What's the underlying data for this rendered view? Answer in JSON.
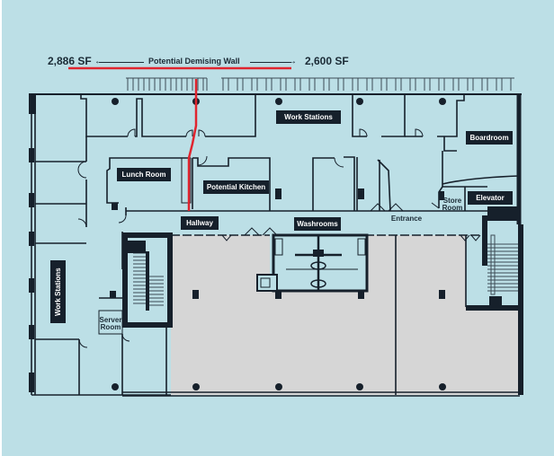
{
  "header": {
    "left_area": "2,886 SF",
    "right_area": "2,600 SF",
    "demising_label": "Potential Demising Wall"
  },
  "colors": {
    "background": "#bcdfe6",
    "wall": "#16202b",
    "demising_line": "#e0252f",
    "leased_area": "#d6d6d6",
    "label_bg": "#16202b",
    "label_text": "#ffffff"
  },
  "rooms": {
    "work_stations_top": "Work Stations",
    "boardroom": "Boardroom",
    "lunch_room": "Lunch Room",
    "potential_kitchen": "Potential Kitchen",
    "elevator": "Elevator",
    "store_room_line1": "Store",
    "store_room_line2": "Room",
    "hallway": "Hallway",
    "washrooms": "Washrooms",
    "entrance": "Entrance",
    "work_stations_left": "Work Stations",
    "server_room_line1": "Server",
    "server_room_line2": "Room"
  }
}
